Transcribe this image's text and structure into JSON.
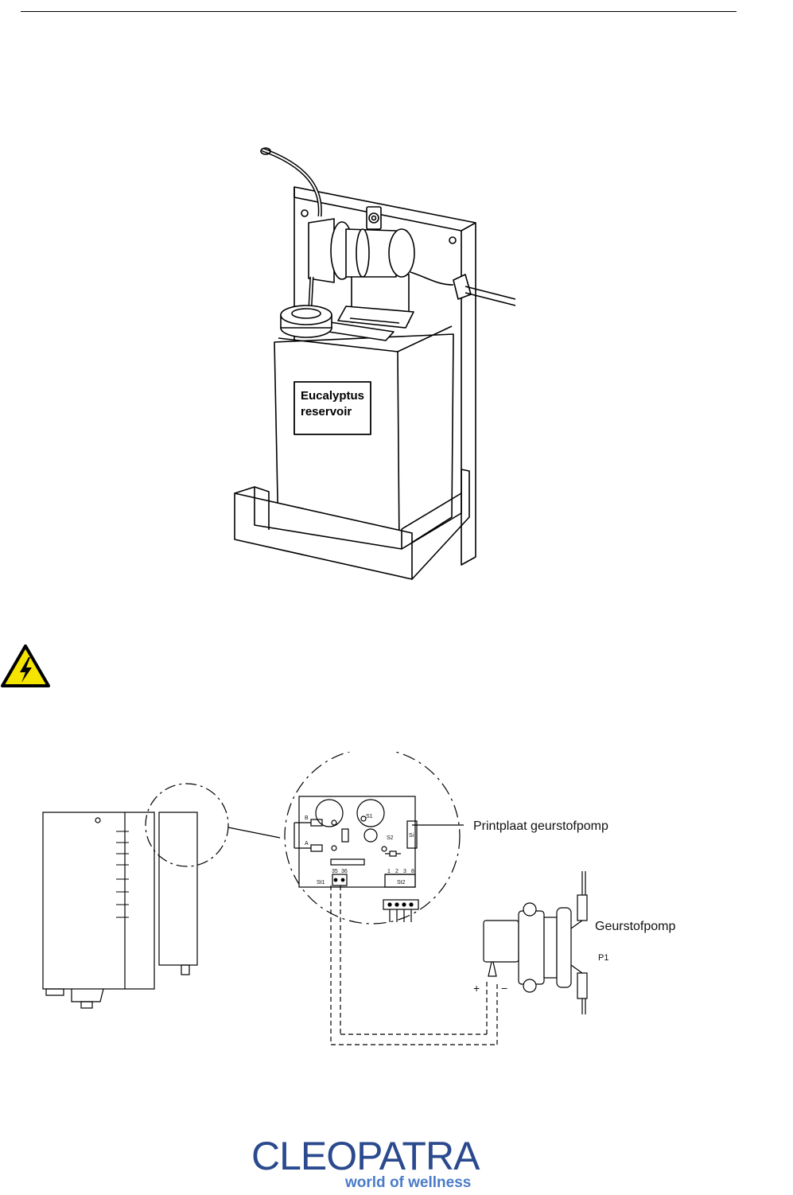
{
  "illustration": {
    "reservoir_label_line1": "Eucalyptus",
    "reservoir_label_line2": "reservoir"
  },
  "warning": {
    "icon": "electrical-hazard-icon",
    "color": "#f5e400"
  },
  "schematic": {
    "board_label": "Printplaat geurstofpomp",
    "pump_label": "Geurstofpomp",
    "pump_id": "P1",
    "plus": "+",
    "minus": "−",
    "pcb": {
      "b": "B",
      "a": "A",
      "s1": "S1",
      "s2": "S2",
      "si": "Si",
      "st1": "St1",
      "t35": "35",
      "t36": "36",
      "st2": "St2",
      "n1": "1",
      "n2": "2",
      "n3": "3",
      "n8": "8"
    }
  },
  "footer": {
    "brand": "CLEOPATRA",
    "tagline": "world of wellness",
    "brand_color": "#2b4a8e",
    "tagline_color": "#4a7bc8"
  }
}
